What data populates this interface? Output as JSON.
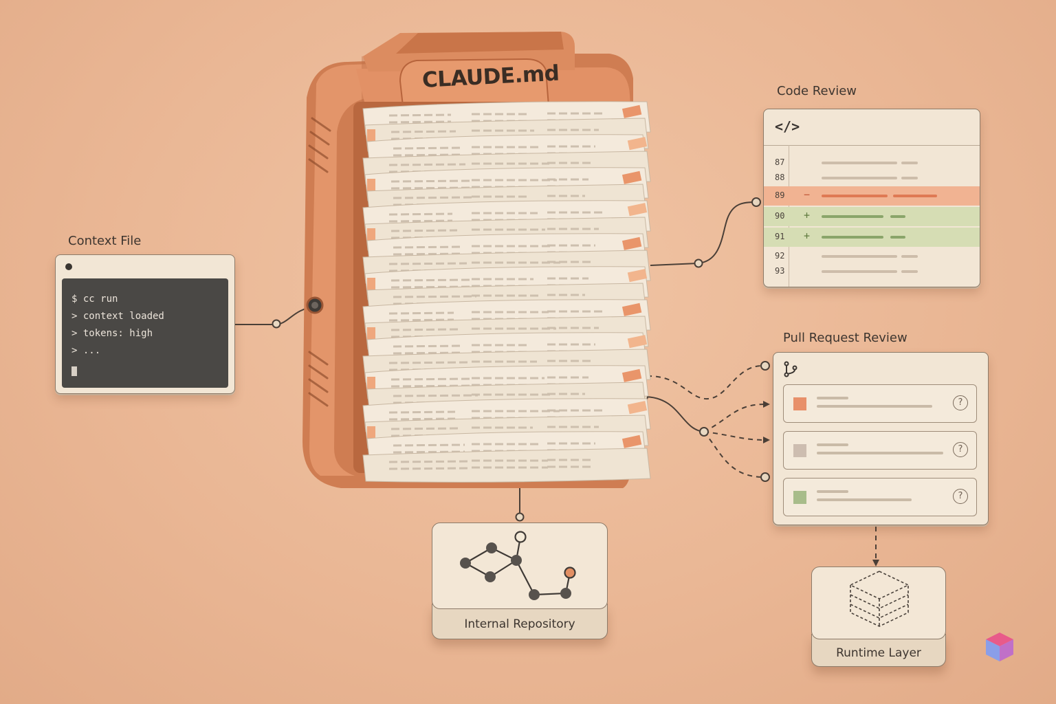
{
  "cabinet": {
    "title": "CLAUDE.md"
  },
  "context_file": {
    "label": "Context File",
    "lines": [
      "$ cc run",
      "> context loaded",
      "> tokens: high",
      "> ..."
    ]
  },
  "code_review": {
    "label": "Code Review",
    "icon": "code-brackets-icon",
    "lines": [
      {
        "num": "87",
        "kind": "plain"
      },
      {
        "num": "88",
        "kind": "plain"
      },
      {
        "num": "89",
        "kind": "removed",
        "sign": "−"
      },
      {
        "num": "90",
        "kind": "added",
        "sign": "+"
      },
      {
        "num": "91",
        "kind": "added",
        "sign": "+"
      },
      {
        "num": "92",
        "kind": "plain"
      },
      {
        "num": "93",
        "kind": "plain"
      }
    ]
  },
  "pull_request": {
    "label": "Pull Request Review",
    "icon": "git-branch-icon",
    "items": [
      {
        "status_color": "#e8906a",
        "help": "?"
      },
      {
        "status_color": "#cdbdb0",
        "help": "?"
      },
      {
        "status_color": "#a8bc8a",
        "help": "?"
      }
    ]
  },
  "internal_repository": {
    "label": "Internal Repository",
    "icon": "graph-network-icon"
  },
  "runtime_layer": {
    "label": "Runtime Layer",
    "icon": "layers-stack-icon"
  },
  "colors": {
    "background": "#eab795",
    "cabinet": "#d9895e",
    "removed": "#f1b392",
    "added": "#d6ddb4",
    "accent": "#e0805a"
  }
}
